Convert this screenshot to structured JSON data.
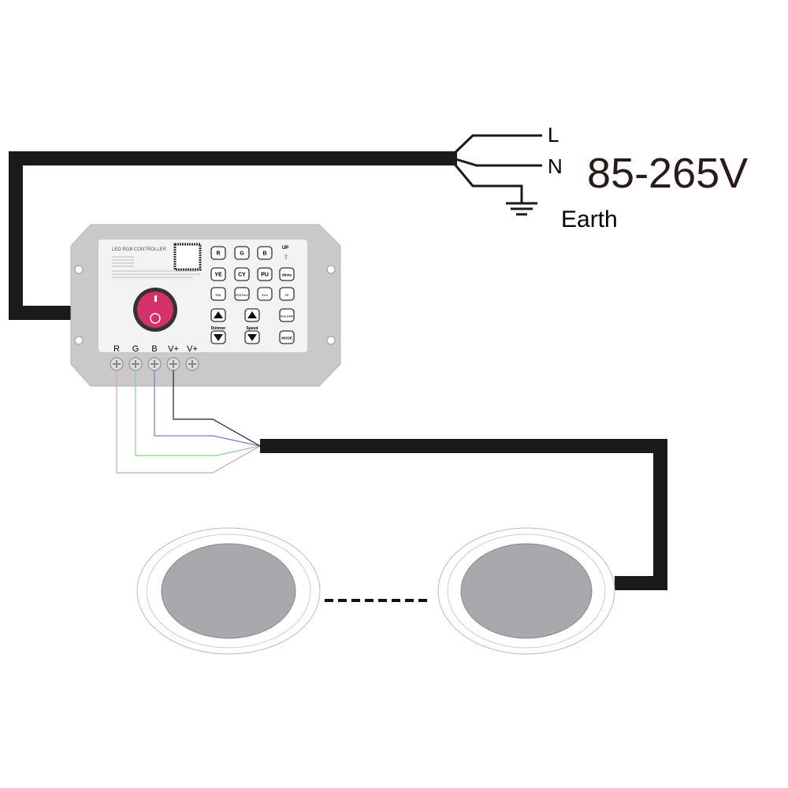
{
  "power": {
    "line": "L",
    "neutral": "N",
    "voltage": "85-265V",
    "earth": "Earth"
  },
  "controller": {
    "title": "LED RGB CONTROLLER",
    "buttons_row1": [
      "R",
      "G",
      "B"
    ],
    "up_label": "UP",
    "buttons_row2": [
      "YE",
      "CY",
      "PU",
      "White"
    ],
    "buttons_row3": [
      "RGB",
      "RGB Flash",
      "Color",
      "GB"
    ],
    "rgb_jump": "RGB JUMP",
    "dimmer_label": "Dimmer",
    "speed_label": "Speed",
    "mode_label": "MODE",
    "terminals": [
      "R",
      "G",
      "B",
      "V+",
      "V+"
    ]
  },
  "colors": {
    "cable": "#1a1a1a",
    "switch": "#d4306a",
    "housing": "#c9c9cb",
    "lamp_lens": "#a9a9ad",
    "wire_r": "#d9a0b8",
    "wire_g": "#8fcf8f",
    "wire_b": "#7080c8",
    "wire_v": "#222222"
  }
}
